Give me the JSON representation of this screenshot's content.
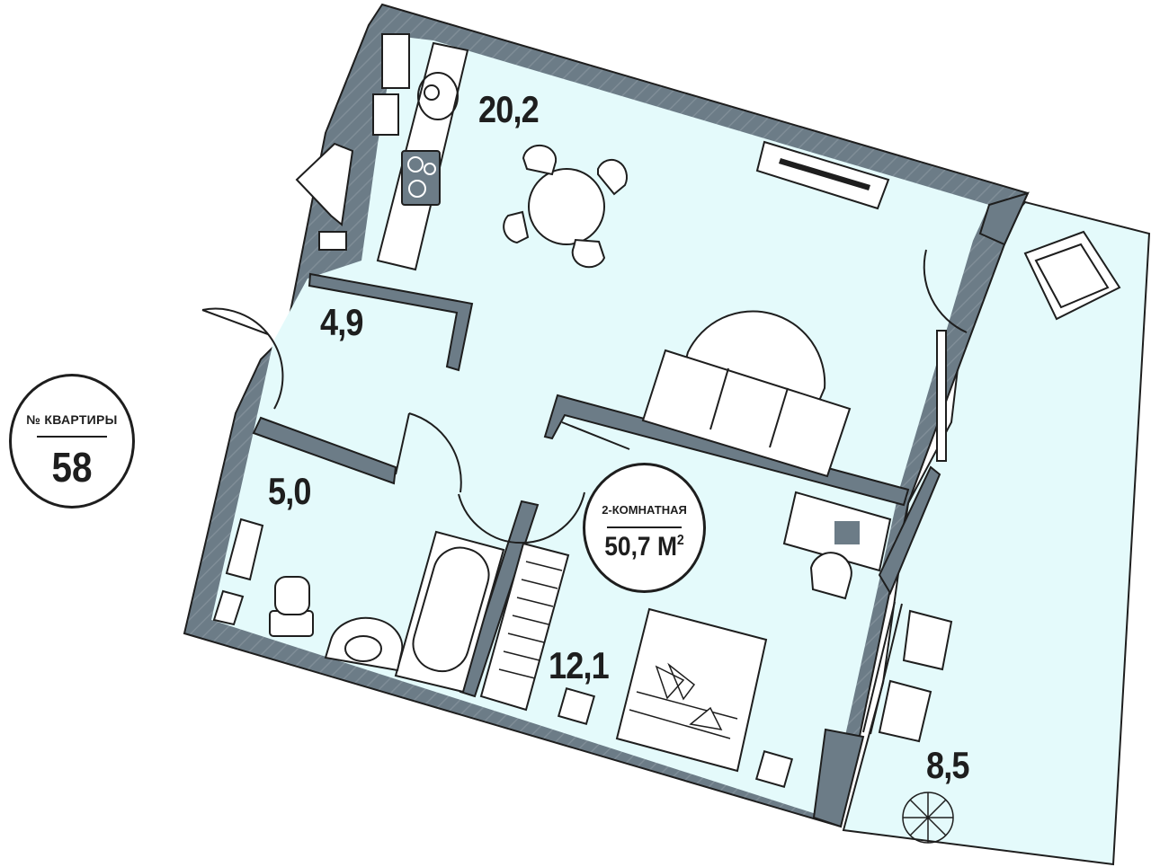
{
  "apartment": {
    "number_caption": "№ КВАРТИРЫ",
    "number": "58",
    "type": "2-КОМНАТНАЯ",
    "total_area": "50,7 М",
    "area_unit_sup": "2"
  },
  "rooms": [
    {
      "id": "kitchen-living",
      "area": "20,2"
    },
    {
      "id": "hallway",
      "area": "4,9"
    },
    {
      "id": "bathroom",
      "area": "5,0"
    },
    {
      "id": "bedroom",
      "area": "12,1"
    },
    {
      "id": "loggia",
      "area": "8,5"
    }
  ],
  "colors": {
    "wall": "#6c7c87",
    "floor": "#e4fafb",
    "line": "#1e1e1e"
  }
}
